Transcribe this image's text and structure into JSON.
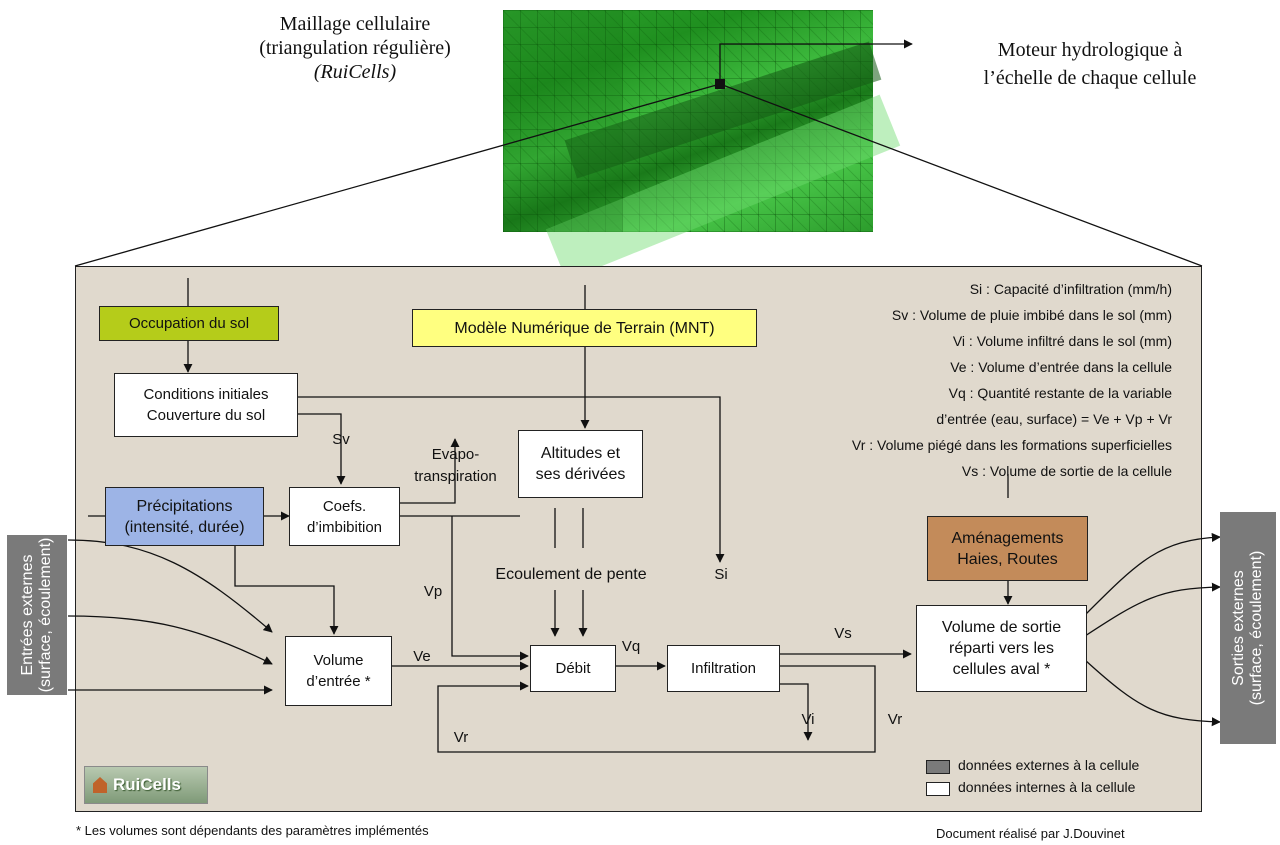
{
  "top": {
    "mesh_label": "Maillage cellulaire\n(triangulation régulière)",
    "mesh_sub": "(RuiCells)",
    "engine_label": "Moteur hydrologique à\nl’échelle de chaque cellule"
  },
  "boxes": {
    "occupation": "Occupation du sol",
    "mnt": "Modèle Numérique de Terrain (MNT)",
    "conditions": "Conditions initiales\nCouverture du sol",
    "altitudes": "Altitudes et\nses dérivées",
    "precipitations": "Précipitations\n(intensité, durée)",
    "coefs": "Coefs.\nd’imbibition",
    "amenagements": "Aménagements\nHaies, Routes",
    "volume_entree": "Volume\nd’entrée *",
    "debit": "Débit",
    "infiltration": "Infiltration",
    "volume_sortie": "Volume de sortie\nréparti vers les\ncellules aval *",
    "entrees_externes": "Entrées externes\n(surface, écoulement)",
    "sorties_externes": "Sorties externes\n(surface, écoulement)"
  },
  "flow_labels": {
    "sv": "Sv",
    "evapo": "Evapo-\ntranspiration",
    "vp": "Vp",
    "ecoulement": "Ecoulement de pente",
    "si": "Si",
    "ve": "Ve",
    "vq": "Vq",
    "vs": "Vs",
    "vi": "Vi",
    "vr_right": "Vr",
    "vr_bottom": "Vr"
  },
  "definitions": [
    "Si : Capacité d’infiltration (mm/h)",
    "Sv : Volume de pluie imbibé dans le sol (mm)",
    "Vi : Volume infiltré dans le sol (mm)",
    "Ve : Volume d’entrée dans la cellule",
    "Vq : Quantité restante de la variable",
    "d’entrée (eau, surface) = Ve + Vp + Vr",
    "Vr : Volume piégé dans les formations superficielles",
    "Vs : Volume de sortie de la cellule"
  ],
  "legend": {
    "external": "données externes à la cellule",
    "internal": "données internes à la cellule"
  },
  "logo_text": "RuiCells",
  "footnote": "* Les volumes sont dépendants des paramètres implémentés",
  "credit": "Document réalisé par J.Douvinet",
  "colors": {
    "occupation": "#b5cc1a",
    "mnt": "#ffff80",
    "precipitations": "#9db4e6",
    "amenagements": "#c38b5a",
    "external": "#7a7a7a",
    "panel": "#e0d9cd"
  }
}
